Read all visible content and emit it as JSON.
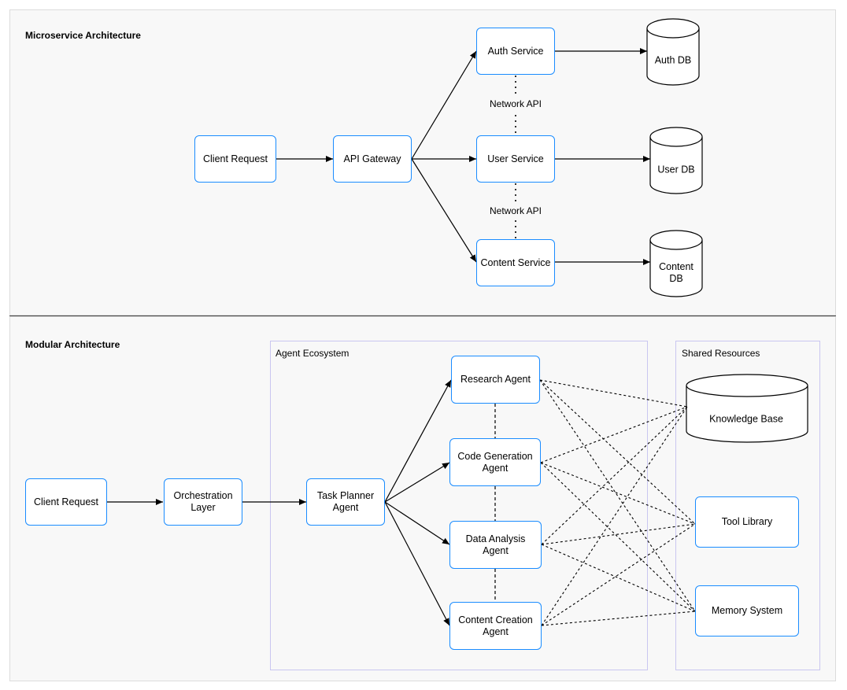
{
  "micro": {
    "title": "Microservice Architecture",
    "client_request": "Client Request",
    "api_gateway": "API Gateway",
    "auth_service": "Auth Service",
    "user_service": "User Service",
    "content_service": "Content Service",
    "auth_db": "Auth DB",
    "user_db": "User DB",
    "content_db_line1": "Content",
    "content_db_line2": "DB",
    "network_api_1": "Network API",
    "network_api_2": "Network API"
  },
  "modular": {
    "title": "Modular Architecture",
    "agent_ecosystem_label": "Agent Ecosystem",
    "shared_resources_label": "Shared Resources",
    "client_request": "Client Request",
    "orchestration_line1": "Orchestration",
    "orchestration_line2": "Layer",
    "task_planner_line1": "Task Planner",
    "task_planner_line2": "Agent",
    "research_agent": "Research Agent",
    "code_gen_line1": "Code Generation",
    "code_gen_line2": "Agent",
    "data_analysis_line1": "Data Analysis",
    "data_analysis_line2": "Agent",
    "content_creation_line1": "Content Creation",
    "content_creation_line2": "Agent",
    "knowledge_base": "Knowledge Base",
    "tool_library": "Tool Library",
    "memory_system": "Memory System"
  },
  "colors": {
    "node_border": "#1a8cff",
    "group_border": "#c9c6f0",
    "panel_bg": "#f8f8f8"
  }
}
